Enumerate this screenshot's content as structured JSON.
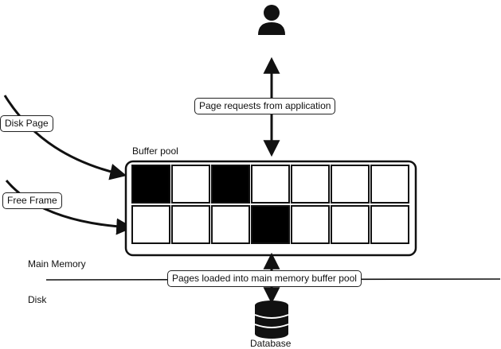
{
  "labels": {
    "buffer_pool": "Buffer pool",
    "disk_page": "Disk Page",
    "free_frame": "Free Frame",
    "page_requests": "Page requests from application",
    "main_memory": "Main Memory",
    "disk": "Disk",
    "pages_loaded": "Pages loaded into main memory buffer pool",
    "database": "Database"
  },
  "icons": {
    "user": "user-icon",
    "database": "database-icon"
  },
  "buffer_pool": {
    "rows": [
      [
        "filled",
        "empty",
        "filled",
        "empty",
        "empty",
        "empty",
        "empty"
      ],
      [
        "empty",
        "empty",
        "empty",
        "filled",
        "empty",
        "empty",
        "empty"
      ]
    ]
  },
  "colors": {
    "ink": "#111111",
    "frame_filled": "#000000",
    "frame_empty": "#ffffff"
  }
}
